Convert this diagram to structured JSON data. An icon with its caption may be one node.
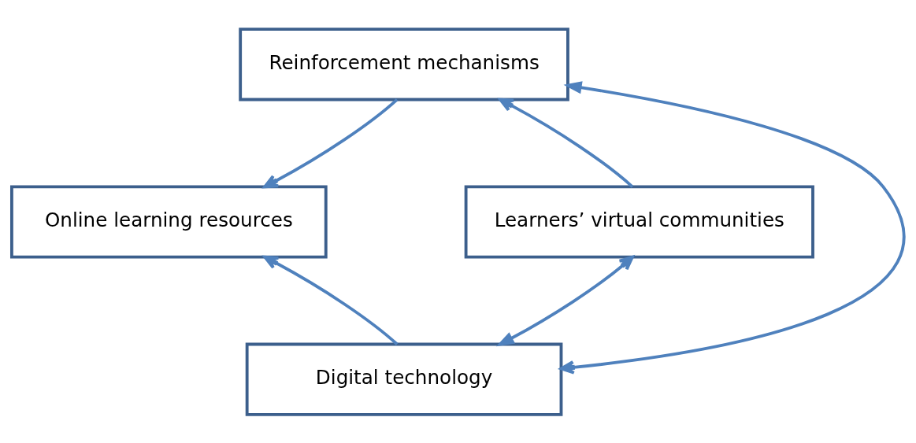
{
  "diagram": {
    "nodes": [
      {
        "text": [
          "Reinforcement mechanisms"
        ]
      },
      {
        "text": [
          "Online learning resources"
        ]
      },
      {
        "text": [
          "Learners’ virtual communities"
        ]
      },
      {
        "text": [
          "Digital technology"
        ]
      }
    ],
    "edges": [
      {
        "from": 0,
        "to": 1,
        "arrow": "to"
      },
      {
        "from": 0,
        "to": 3,
        "arrow": "both"
      },
      {
        "from": 2,
        "to": 0,
        "arrow": "to"
      },
      {
        "from": 3,
        "to": 1,
        "arrow": "to"
      },
      {
        "from": 3,
        "to": 2,
        "arrow": "both"
      }
    ]
  }
}
